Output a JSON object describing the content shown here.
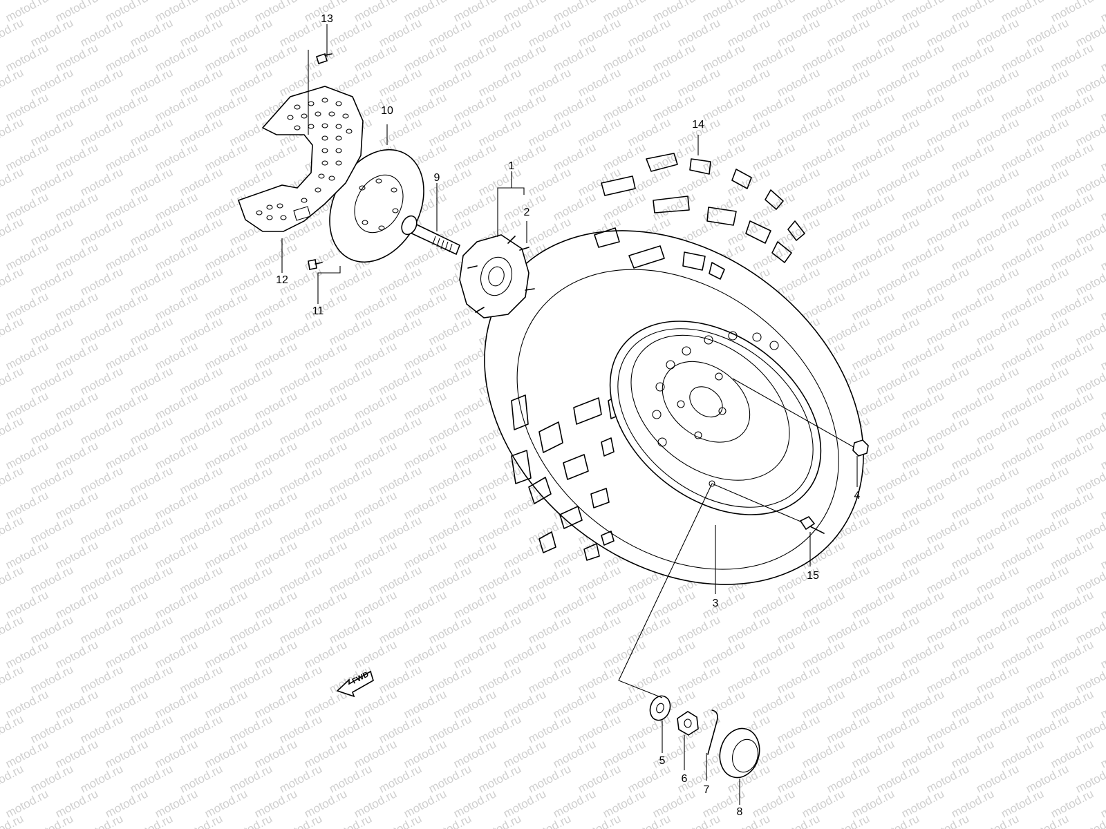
{
  "watermark": {
    "text": "motod.ru",
    "color": "#cfcfcf"
  },
  "diagram": {
    "fwd_label": "FWD",
    "callouts": [
      {
        "id": "1",
        "text": "1"
      },
      {
        "id": "2",
        "text": "2"
      },
      {
        "id": "3",
        "text": "3"
      },
      {
        "id": "4",
        "text": "4"
      },
      {
        "id": "5",
        "text": "5"
      },
      {
        "id": "6",
        "text": "6"
      },
      {
        "id": "7",
        "text": "7"
      },
      {
        "id": "8",
        "text": "8"
      },
      {
        "id": "9",
        "text": "9"
      },
      {
        "id": "10",
        "text": "10"
      },
      {
        "id": "11",
        "text": "11"
      },
      {
        "id": "12",
        "text": "12"
      },
      {
        "id": "13",
        "text": "13"
      },
      {
        "id": "14",
        "text": "14"
      },
      {
        "id": "15",
        "text": "15"
      }
    ]
  }
}
